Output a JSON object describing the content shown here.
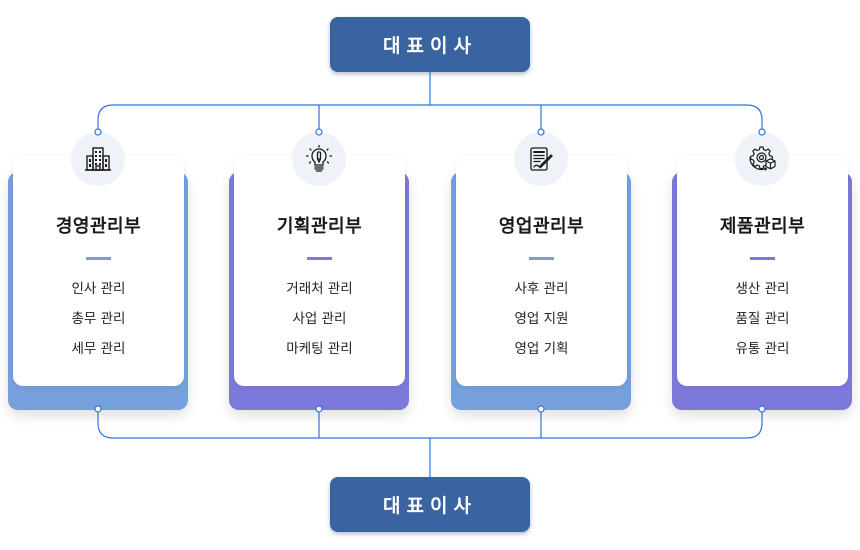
{
  "top_node": {
    "label": "대표이사"
  },
  "bottom_node": {
    "label": "대표이사"
  },
  "colors": {
    "ceo_box": "#3a63a1",
    "connector": "#2d74dc",
    "blue_dept": "#76a0dc",
    "purple_dept": "#7d78db",
    "icon_bg": "#eff3f9"
  },
  "departments": [
    {
      "name": "경영관리부",
      "icon": "office-building-icon",
      "accent": "#76a0dc",
      "items": [
        "인사 관리",
        "총무 관리",
        "세무 관리"
      ]
    },
    {
      "name": "기획관리부",
      "icon": "lightbulb-icon",
      "accent": "#7d78db",
      "items": [
        "거래처 관리",
        "사업 관리",
        "마케팅 관리"
      ]
    },
    {
      "name": "영업관리부",
      "icon": "signed-document-icon",
      "accent": "#76a0dc",
      "items": [
        "사후 관리",
        "영업 지원",
        "영업 기획"
      ]
    },
    {
      "name": "제품관리부",
      "icon": "gear-box-icon",
      "accent": "#7d78db",
      "items": [
        "생산 관리",
        "품질 관리",
        "유통 관리"
      ]
    }
  ]
}
